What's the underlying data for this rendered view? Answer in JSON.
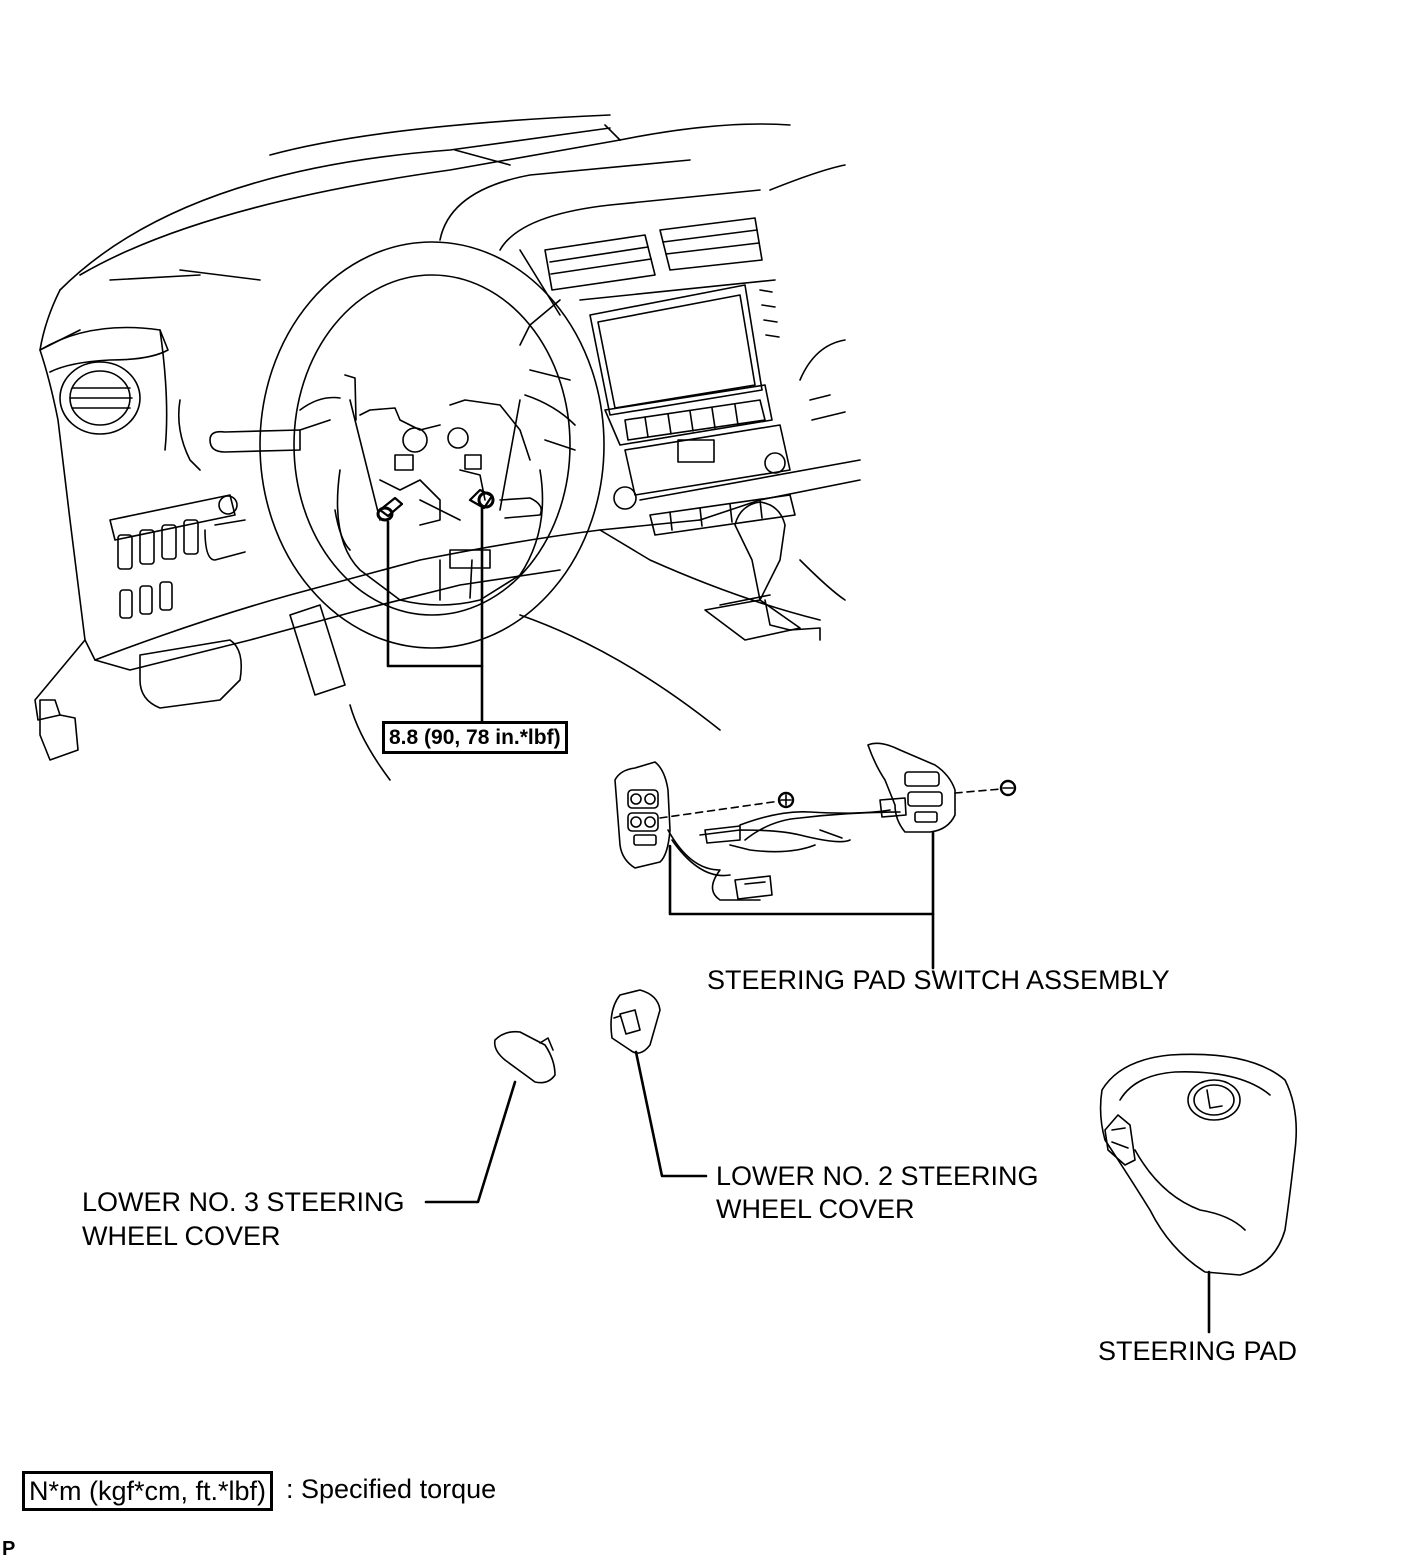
{
  "torque_callout": {
    "value": "8.8 (90, 78 in.*lbf)"
  },
  "labels": {
    "steering_pad_switch_assembly": "STEERING PAD SWITCH ASSEMBLY",
    "lower_no3_cover": [
      "LOWER NO. 3 STEERING",
      "WHEEL COVER"
    ],
    "lower_no2_cover": [
      "LOWER NO. 2 STEERING",
      "WHEEL COVER"
    ],
    "steering_pad": "STEERING PAD"
  },
  "legend": {
    "unit_box": "N*m (kgf*cm, ft.*lbf)",
    "description": ": Specified torque"
  },
  "corner_mark": "P"
}
